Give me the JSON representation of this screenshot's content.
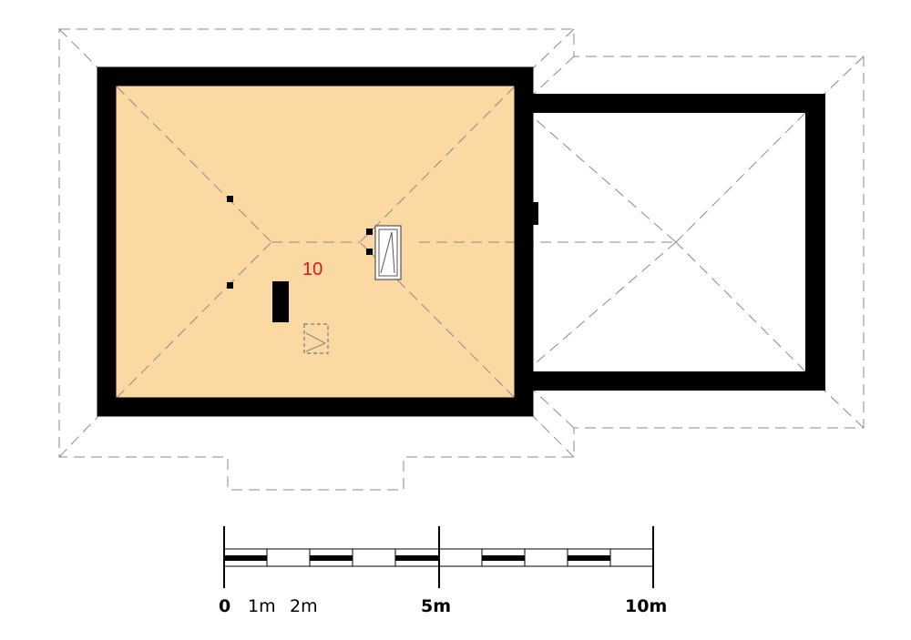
{
  "floor_plan": {
    "room_number": "10",
    "colors": {
      "room_fill": "#fcd8a2",
      "wall": "#000000",
      "roof_outline": "#8a8a8a",
      "room_label": "#e0141b"
    },
    "icons": [
      "roof-window-icon",
      "chimney-icon",
      "roof-hatch-icon",
      "vent-icon"
    ]
  },
  "scale_bar": {
    "labels": [
      "0",
      "1m",
      "2m",
      "5m",
      "10m"
    ],
    "bold_labels": [
      "0",
      "5m",
      "10m"
    ],
    "units_total_m": 10
  }
}
